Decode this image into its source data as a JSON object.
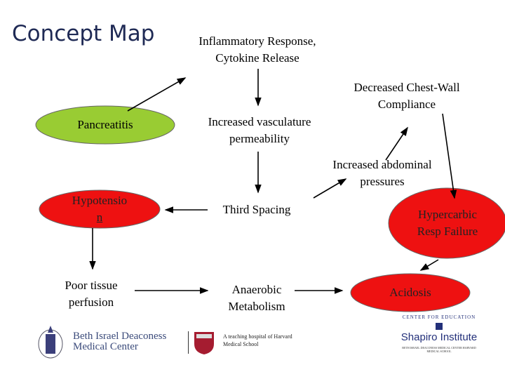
{
  "title": "Concept Map",
  "colors": {
    "green_node": "#99cc33",
    "red_node": "#ee1111",
    "title": "#1f2a55"
  },
  "nodes": {
    "inflammatory": "Inflammatory Response, Cytokine Release",
    "chest_wall": "Decreased Chest-Wall Compliance",
    "pancreatitis": "Pancreatitis",
    "vasculature": "Increased vasculature permeability",
    "abdominal": "Increased abdominal pressures",
    "hypotension_1": "Hypotensio",
    "hypotension_2": "n",
    "third_spacing": "Third Spacing",
    "hypercarbic": "Hypercarbic Resp Failure",
    "poor_tissue": "Poor tissue perfusion",
    "anaerobic": "Anaerobic Metabolism",
    "acidosis": "Acidosis"
  },
  "footer": {
    "bidmc": "Beth Israel Deaconess Medical Center",
    "harvard": "A teaching hospital of Harvard Medical School",
    "shapiro": "Shapiro Institute",
    "shapiro_arc": "CENTER FOR EDUCATION",
    "shapiro_sub": "BETH ISRAEL DEACONESS MEDICAL CENTER HARVARD MEDICAL SCHOOL"
  }
}
